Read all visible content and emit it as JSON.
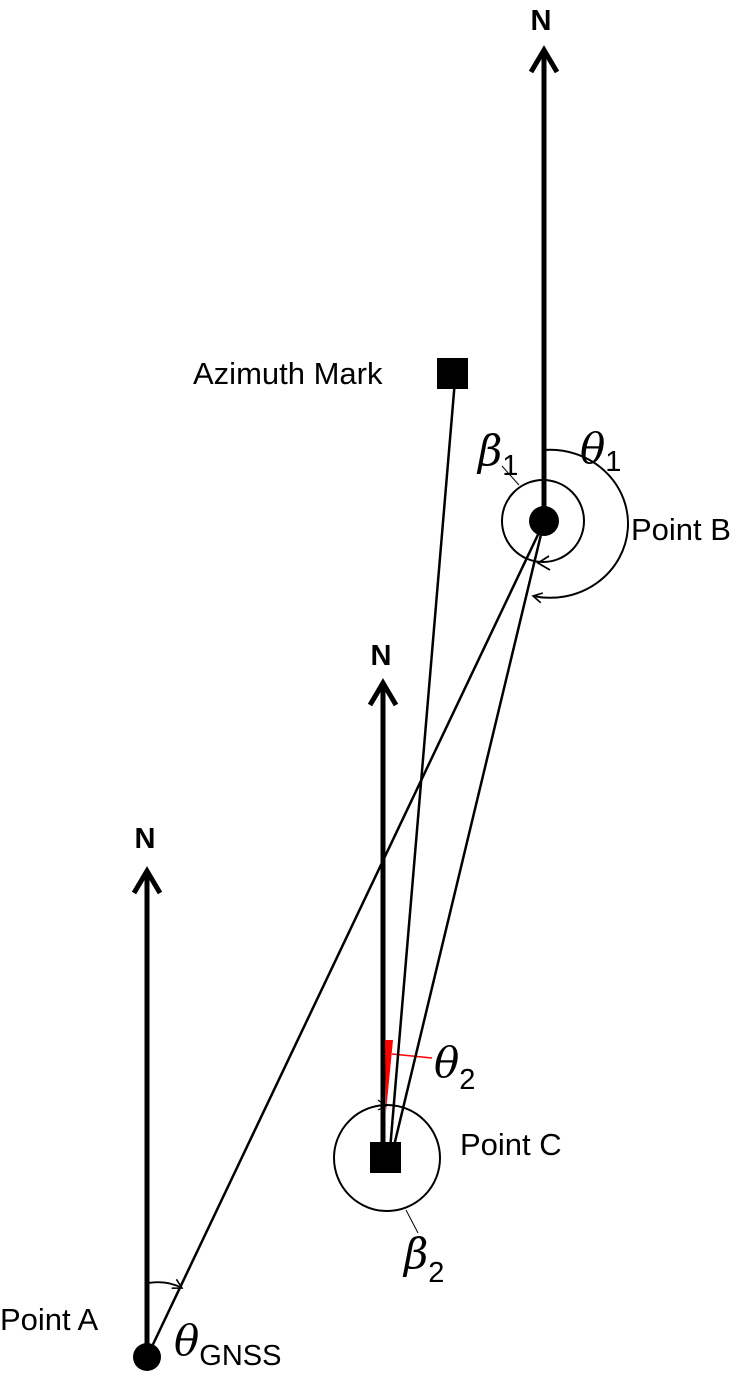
{
  "labels": {
    "north": "N",
    "azimuth_mark": "Azimuth Mark",
    "point_a": "Point A",
    "point_b": "Point B",
    "point_c": "Point C",
    "beta1": {
      "symbol": "β",
      "sub": "1"
    },
    "theta1": {
      "symbol": "θ",
      "sub": "1"
    },
    "theta2": {
      "symbol": "θ",
      "sub": "2"
    },
    "beta2": {
      "symbol": "β",
      "sub": "2"
    },
    "theta_gnss": {
      "symbol": "θ",
      "sub": "GNSS"
    }
  },
  "colors": {
    "line": "#000000",
    "highlight": "#ff0000"
  }
}
